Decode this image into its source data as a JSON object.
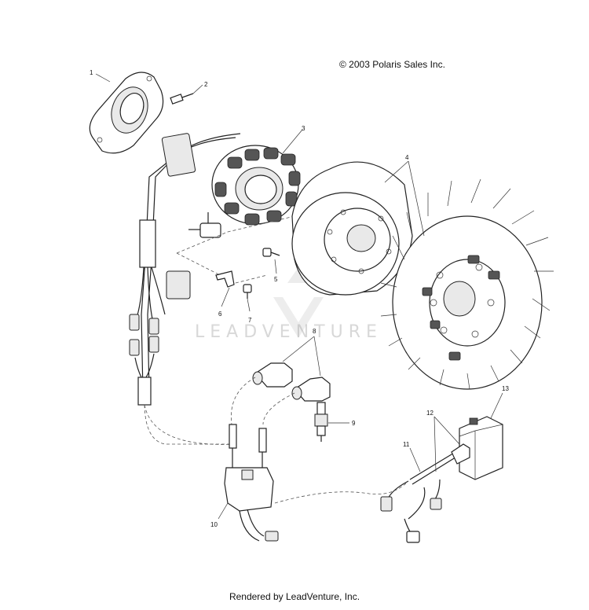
{
  "copyright": "© 2003 Polaris Sales Inc.",
  "footer": "Rendered by LeadVenture, Inc.",
  "watermark": "LEADVENTURE",
  "callouts": {
    "c1": "1",
    "c2": "2",
    "c3": "3",
    "c4": "4",
    "c5": "5",
    "c6": "6",
    "c7": "7",
    "c8": "8",
    "c9": "9",
    "c10": "10",
    "c11": "11",
    "c12": "12",
    "c13": "13"
  }
}
